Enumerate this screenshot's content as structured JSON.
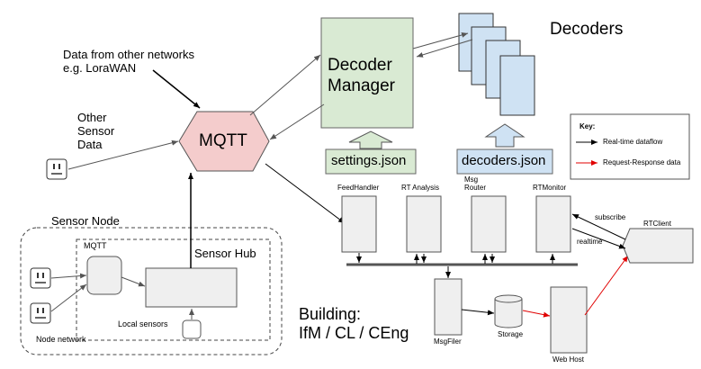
{
  "diagram": {
    "external_source": "Data from other networks\ne.g. LoraWAN",
    "other_sensor_data": "Other\nSensor\nData",
    "mqtt_broker": "MQTT",
    "decoder_manager": "Decoder\nManager",
    "decoders": "Decoders",
    "settings_file": "settings.json",
    "decoders_file": "decoders.json",
    "sensor_node_title": "Sensor Node",
    "node_mqtt": "MQTT",
    "sensor_hub": "Sensor Hub",
    "local_sensors": "Local sensors",
    "node_network": "Node network",
    "building": "Building:\nIfM / CL / CEng",
    "feedhandler": "FeedHandler",
    "rt_analysis": "RT Analysis",
    "msg_router": "Msg\nRouter",
    "rtmonitor": "RTMonitor",
    "msgfiler": "MsgFiler",
    "storage": "Storage",
    "web_host": "Web Host",
    "rtclient": "RTClient",
    "subscribe": "subscribe",
    "realtime": "realtime"
  },
  "key": {
    "title": "Key:",
    "realtime": "Real-time dataflow",
    "request_response": "Request-Response data"
  },
  "colors": {
    "mqtt_fill": "#f4cccc",
    "decoder_manager_fill": "#d9ead3",
    "settings_fill": "#d9ead3",
    "decoders_fill": "#cfe2f3",
    "node_fill": "#efefef",
    "realtime_arrow": "#000000",
    "request_arrow": "#e00000"
  }
}
